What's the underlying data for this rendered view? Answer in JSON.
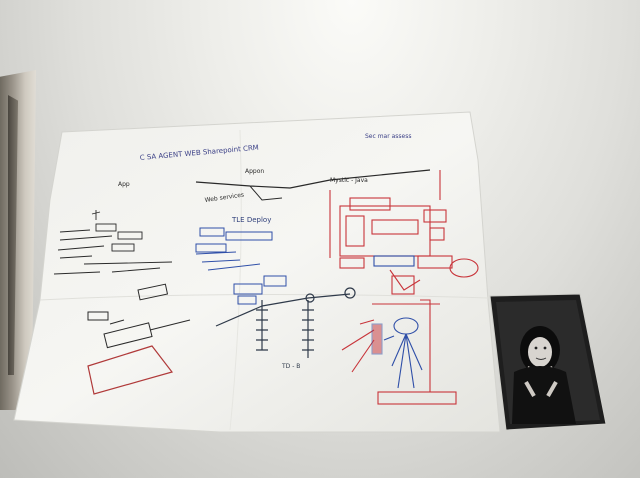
{
  "scene": {
    "description_tags": [
      "whiteboard-sheet",
      "hand-drawn-diagram",
      "pinned-photo"
    ],
    "ink_colors": {
      "blue": "#2f4fa8",
      "red": "#c8343a",
      "black": "#2a2a2a",
      "green": "#2f6a3a"
    },
    "paper_color": "#f4f4f1",
    "wall_color": "#dcdcd8"
  },
  "sheet": {
    "top_heading": "C  SA  AGENT  WEB  Sharepoint  CRM",
    "top_right_note": "Sec  mar  assess",
    "left_label_1": "App",
    "left_label_2": "Appon",
    "center_label": "Web services",
    "right_label": "Mystic - Java",
    "mid_label": "TLE  Deploy",
    "bottom_label": "TD - B"
  }
}
